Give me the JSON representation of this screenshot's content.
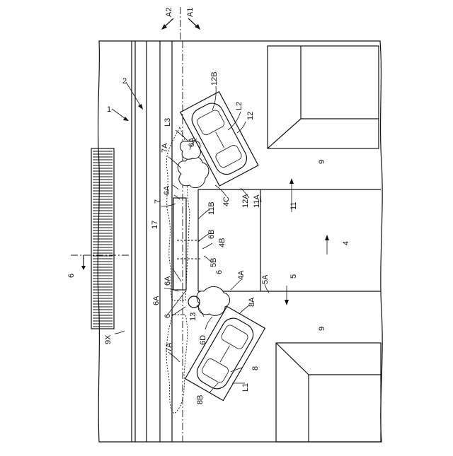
{
  "arrows": {
    "a1": "A1",
    "a2": "A2"
  },
  "labels": {
    "road": "1",
    "lane": "2",
    "section_left": "6",
    "shop_building": "9X",
    "building_top": "9",
    "building_bottom": "9",
    "driveway": "11",
    "entrance": "4",
    "exit": "5",
    "l3": "L3",
    "c12b": "12B",
    "l2": "L2",
    "c12": "12",
    "c7a_top": "7A",
    "c6a_top": "6A",
    "c6a_upper": "6A",
    "c7": "7",
    "c17": "17",
    "c11b": "11B",
    "c4c": "4C",
    "c12a": "12A",
    "c11a": "11A",
    "c6b": "6B",
    "c4b": "4B",
    "c5b": "5B",
    "c6_mid": "6",
    "c6a_lower": "6A",
    "c6a_side": "6A",
    "c4a": "4A",
    "c5a": "5A",
    "c8a": "8A",
    "c6_low": "6",
    "c13": "13",
    "c6d": "6D",
    "c7a_low": "7A",
    "c8": "8",
    "c8b": "8B",
    "l1": "L1"
  }
}
